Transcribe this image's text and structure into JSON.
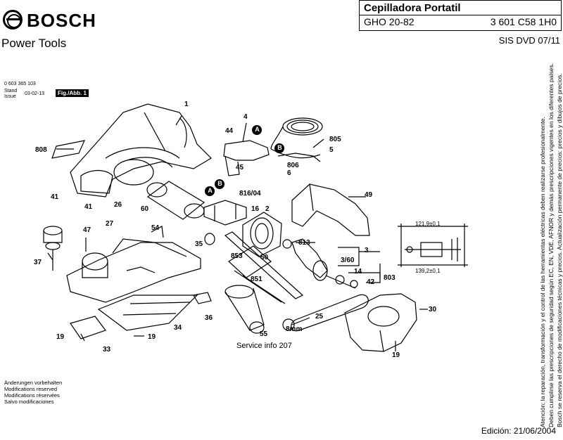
{
  "header": {
    "brand": "BOSCH",
    "division": "Power Tools",
    "title": "Cepilladora Portatil",
    "model": "GHO 20-82",
    "part_number": "3 601 C58 1H0",
    "sis": "SIS DVD 07/11"
  },
  "meta": {
    "drawing_number": "0 603 365 103",
    "stand_label": "Stand",
    "issue_label": "Issue",
    "date": "03-02-13",
    "figure": "Fig./Abb. 1"
  },
  "labels": [
    "1",
    "4",
    "44",
    "805",
    "5",
    "806",
    "6",
    "45",
    "808",
    "816/04",
    "49",
    "41",
    "41",
    "26",
    "60",
    "16",
    "2",
    "813",
    "3",
    "3/60",
    "14",
    "803",
    "42",
    "47",
    "27",
    "54",
    "35",
    "853",
    "50",
    "851",
    "37",
    "36",
    "25",
    "30",
    "8mm",
    "55",
    "34",
    "19",
    "19",
    "33",
    "19"
  ],
  "callouts": [
    "A",
    "B",
    "A",
    "B"
  ],
  "dimensions": {
    "d1": "121,9±0,1",
    "d2": "139,2±0,1"
  },
  "service_info": "Service info 207",
  "modifications": [
    "Änderungen vorbehalten",
    "Modifications reserved",
    "Modifications réservées",
    "Salvo modificaciones"
  ],
  "legal": [
    "Atención: la reparación, transformación y el control de las herramientas eléctricas deben realizarse profesionalmente.",
    "Deben cumplirse las prescripciones de seguridad según EC, EN, VDE, AFNOR y demás prescripciones vigentes en los diferentes países.",
    "Bosch se reserva el derecho de modificaciones técnicas y precios. Actualización permanente de precios: precios y dibujos de precios."
  ],
  "footer": "Edición: 21/06/2004"
}
